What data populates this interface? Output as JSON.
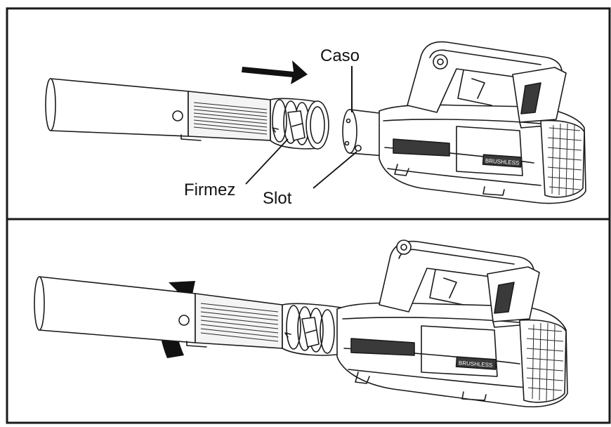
{
  "labels": {
    "caso": "Caso",
    "firmez": "Firmez",
    "slot": "Slot"
  },
  "brand_badge": "BRUSHLESS",
  "icons": [
    "push-arrow-icon",
    "rotate-arrow-icon"
  ],
  "colors": {
    "line": "#1a1a1a",
    "frame": "#1a1a1a",
    "background": "#ffffff"
  }
}
